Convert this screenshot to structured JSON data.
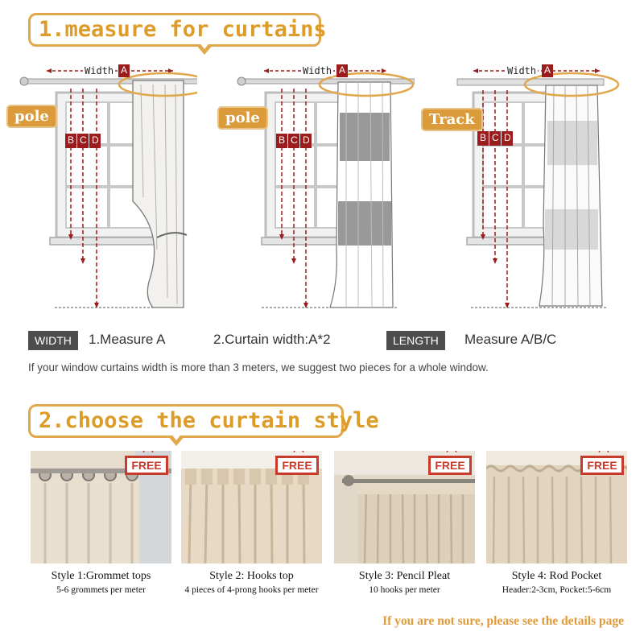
{
  "section1": {
    "title": "1.measure for curtains"
  },
  "diagrams": [
    {
      "tag": "pole",
      "width_label": "Width",
      "letters": [
        "A",
        "B",
        "C",
        "D"
      ]
    },
    {
      "tag": "pole",
      "width_label": "Width",
      "letters": [
        "A",
        "B",
        "C",
        "D"
      ]
    },
    {
      "tag": "Track",
      "width_label": "Width",
      "letters": [
        "A",
        "B",
        "C",
        "D"
      ]
    }
  ],
  "measure": {
    "width_tag": "WIDTH",
    "step1": "1.Measure A",
    "step2": "2.Curtain width:A*2",
    "length_tag": "LENGTH",
    "length_text": "Measure A/B/C",
    "note": "If your window curtains width is more than 3 meters, we suggest two pieces for a whole window."
  },
  "section2": {
    "title": "2.choose the curtain style"
  },
  "styles": [
    {
      "badge": "FREE",
      "name": "Style 1:Grommet tops",
      "desc": "5-6 grommets per meter"
    },
    {
      "badge": "FREE",
      "name": "Style 2: Hooks top",
      "desc": "4 pieces of 4-prong hooks per meter"
    },
    {
      "badge": "FREE",
      "name": "Style 3: Pencil Pleat",
      "desc": "10 hooks per meter"
    },
    {
      "badge": "FREE",
      "name": "Style 4: Rod Pocket",
      "desc": "Header:2-3cm, Pocket:5-6cm"
    }
  ],
  "footer": "If you are not sure, please see the details page",
  "colors": {
    "accent": "#dc9c2a",
    "red": "#9b1c1c",
    "badge_red": "#c83a2a",
    "dark_tag": "#4d4d4d"
  }
}
